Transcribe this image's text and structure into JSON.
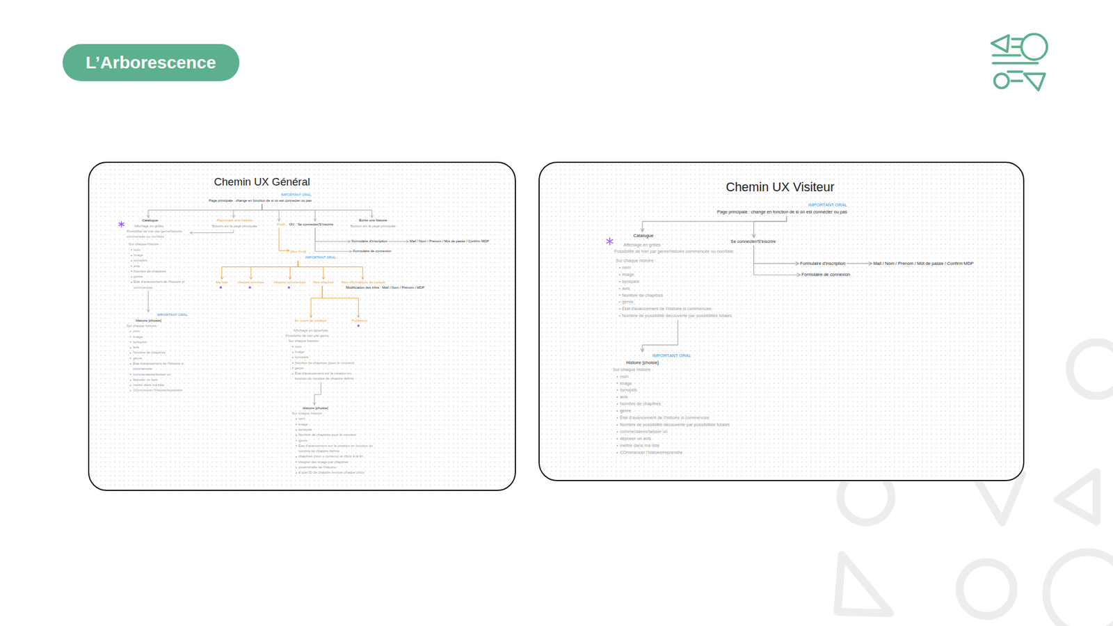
{
  "diagram": {
    "nodes": [
      {
        "text": [
          "L’Arborescence"
        ]
      },
      {
        "text": [
          "Chemin UX Général"
        ]
      },
      {
        "text": [
          "IMPORTANT ORAL",
          "Page principale : change en fonction de si on est connecter ou pas"
        ],
        "in": 1
      },
      {
        "text": [
          "Catalogue",
          "Affichage en grilles",
          "Possibilité de trier par genre/histoire commencée ou non/liste",
          "Sur chaque histoire :",
          "nom",
          "image",
          "synopsis",
          "avis",
          "Nombre de chapitres",
          "genre",
          "État d'avancement de l'histoire si commencée"
        ],
        "in": 1
      },
      {
        "text": [
          "Reprendre une histoire",
          "Bouton sur la page principale"
        ],
        "in": 1
      },
      {
        "text": [
          "Profil"
        ],
        "in": 1
      },
      {
        "text": [
          "Se connecter/S'inscrire"
        ],
        "in": 1
      },
      {
        "text": [
          "Écrire une histoire",
          "Bouton sur la page principale"
        ],
        "in": 1
      },
      {
        "text": [
          "Formulaire d'inscription"
        ],
        "in": 1
      },
      {
        "text": [
          "Mail / Nom / Prenom / Mot de passe / Confirm MDP"
        ],
        "in": 1
      },
      {
        "text": [
          "Formulaire de connexion"
        ],
        "in": 1
      },
      {
        "text": [
          "Mon Profil",
          "IMPORTANT ORAL"
        ],
        "in": 1
      },
      {
        "text": [
          "Ma liste"
        ],
        "in": 1
      },
      {
        "text": [
          "Histoire terminée"
        ],
        "in": 1
      },
      {
        "text": [
          "Histoire commencée"
        ],
        "in": 1
      },
      {
        "text": [
          "Mes histoires"
        ],
        "in": 1
      },
      {
        "text": [
          "Mes informations de compte",
          "Modification des infos : Mail / Nom / Prénom / MDP"
        ],
        "in": 1
      },
      {
        "text": [
          "IMPORTANT ORAL",
          "Histoire [choisie]",
          "Sur chaque histoire :",
          "nom",
          "image",
          "synopsis",
          "avis",
          "Nombre de chapitres",
          "genre",
          "État d'avancement de l'histoire si commencée",
          "commentaires/laisser un",
          "déposer un avis",
          "mettre dans ma liste",
          "COmmencer l'histoire/reprendre"
        ],
        "in": 1
      },
      {
        "text": [
          "En cours de création",
          "Affichage en ligne/liste",
          "Possibilité de trier par genre",
          "Sur chaque histoire :",
          "nom",
          "image",
          "synopsis",
          "Nombre de chapitres (pour le moment)",
          "genre",
          "État d'avancement sur la création en fonction du nombre de chapitre définis"
        ],
        "in": 1
      },
      {
        "text": [
          "Publiée(s)"
        ],
        "in": 1
      },
      {
        "text": [
          "Histoire [choisie]",
          "Sur chaque histoire :",
          "nom",
          "image",
          "synopsis",
          "Nombre de chapitres pour le moment",
          "genre",
          "État d'avancement sur la creation en fonction du nombre de chapitre définis",
          "chapitres (nom + contenu) et choix à la fin",
          "intégrer des image par chapitres",
          "cover/entête de l'histoire",
          "à quel ID de chapitre renvoie chaque choix"
        ],
        "in": 1
      },
      {
        "text": [
          "Chemin UX Visiteur"
        ]
      },
      {
        "text": [
          "IMPORTANT ORAL",
          "Page principale : change en fonction de si on est connecter ou pas"
        ],
        "in": 21
      },
      {
        "text": [
          "Catalogue",
          "Affichage en grilles",
          "Possibilité de trier par genre/histoire commencée ou non/liste",
          "Sur chaque histoire :",
          "nom",
          "image",
          "synopsis",
          "avis",
          "Nombre de chapitres",
          "genre",
          "État d'avancement de l'histoire si commencée",
          "Nombre de possibilité découverte par possibilités totales"
        ],
        "in": 21
      },
      {
        "text": [
          "Se connecter/S'inscrire"
        ],
        "in": 21
      },
      {
        "text": [
          "Formulaire d'inscription"
        ],
        "in": 21
      },
      {
        "text": [
          "Mail / Nom / Prenom / Mot de passe / Confirm MDP"
        ],
        "in": 21
      },
      {
        "text": [
          "Formulaire de connexion"
        ],
        "in": 21
      },
      {
        "text": [
          "IMPORTANT ORAL",
          "Histoire [choisie]",
          "Sur chaque histoire :",
          "nom",
          "image",
          "synopsis",
          "avis",
          "Nombre de chapitres",
          "genre",
          "État d'avancement de l'histoire si commencée",
          "Nombre de possibilité découverte par possibilités totales",
          "commentaires/laisser un",
          "déposer un avis",
          "mettre dans ma liste",
          "COmmencer l'histoire/reprendre"
        ],
        "in": 21
      }
    ],
    "edges": [
      {
        "from": 2,
        "to": 3,
        "arrow": "to"
      },
      {
        "from": 2,
        "to": 4,
        "arrow": "to"
      },
      {
        "from": 2,
        "to": 5,
        "arrow": "to"
      },
      {
        "from": 2,
        "to": 6,
        "arrow": "to"
      },
      {
        "from": 2,
        "to": 7,
        "arrow": "to"
      },
      {
        "from": 4,
        "to": 3,
        "arrow": "to"
      },
      {
        "from": 6,
        "to": 8,
        "arrow": "to"
      },
      {
        "from": 6,
        "to": 10,
        "arrow": "to"
      },
      {
        "from": 8,
        "to": 9,
        "arrow": "to"
      },
      {
        "from": 5,
        "to": 11,
        "arrow": "to"
      },
      {
        "from": 11,
        "to": 12,
        "arrow": "to"
      },
      {
        "from": 11,
        "to": 13,
        "arrow": "to"
      },
      {
        "from": 11,
        "to": 14,
        "arrow": "to"
      },
      {
        "from": 11,
        "to": 15,
        "arrow": "to"
      },
      {
        "from": 11,
        "to": 16,
        "arrow": "to"
      },
      {
        "from": 15,
        "to": 18,
        "arrow": "to"
      },
      {
        "from": 15,
        "to": 19,
        "arrow": "to"
      },
      {
        "from": 3,
        "to": 17,
        "arrow": "to"
      },
      {
        "from": 18,
        "to": 20,
        "arrow": "to"
      },
      {
        "from": 22,
        "to": 23,
        "arrow": "to"
      },
      {
        "from": 22,
        "to": 24,
        "arrow": "to"
      },
      {
        "from": 24,
        "to": 25,
        "arrow": "to"
      },
      {
        "from": 24,
        "to": 27,
        "arrow": "to"
      },
      {
        "from": 25,
        "to": 26,
        "arrow": "to"
      },
      {
        "from": 23,
        "to": 28,
        "arrow": "to"
      }
    ],
    "labels": [
      "OU"
    ]
  }
}
